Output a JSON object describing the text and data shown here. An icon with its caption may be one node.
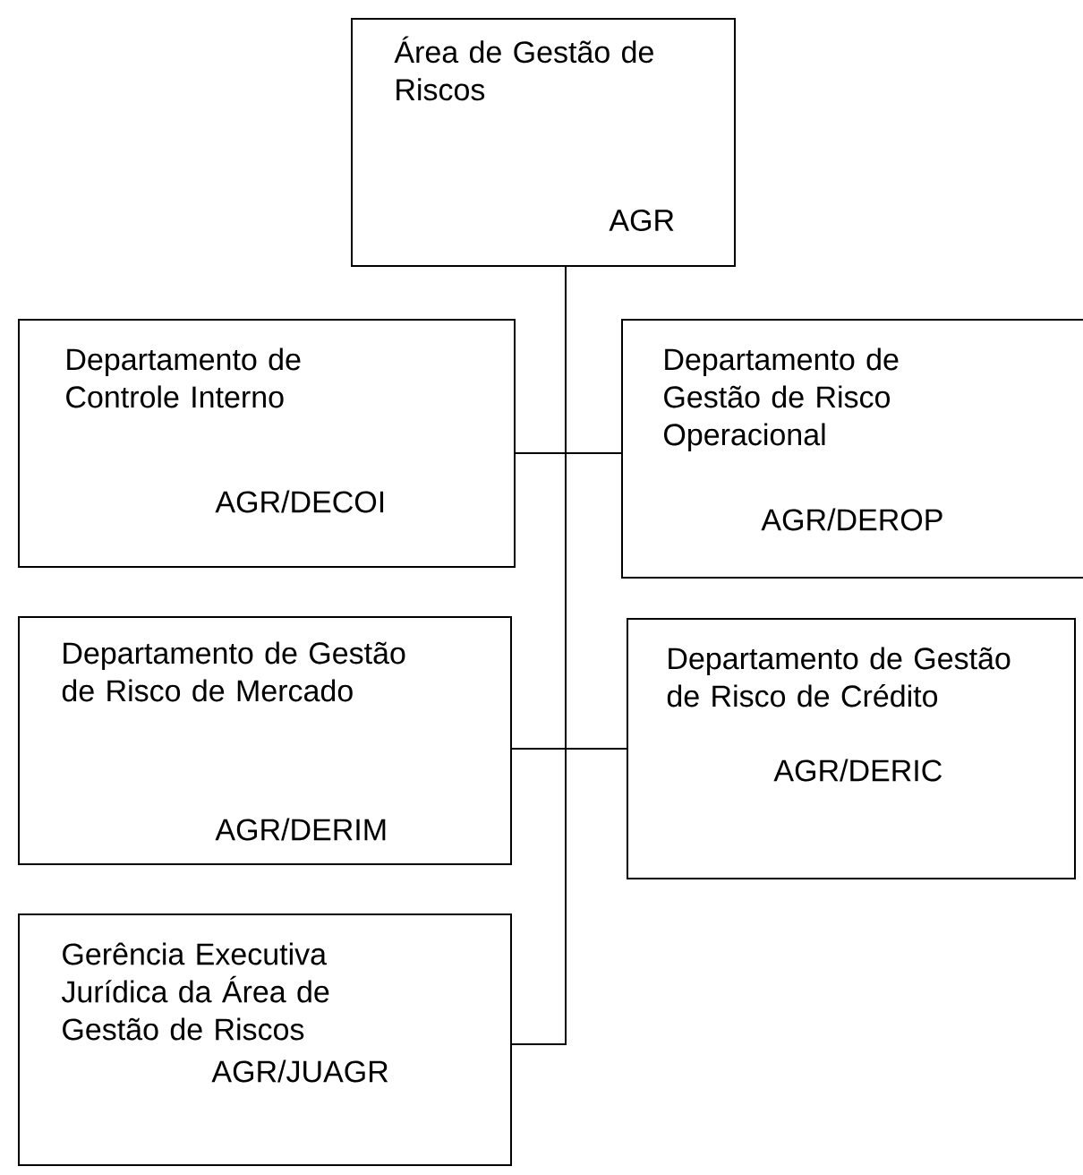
{
  "diagram": {
    "nodes": [
      {
        "text": [
          "Área de Gestão de Riscos",
          "AGR"
        ]
      },
      {
        "text": [
          "Departamento de Controle Interno",
          "AGR/DECOI"
        ]
      },
      {
        "text": [
          "Departamento de Gestão de Risco Operacional",
          "AGR/DEROP"
        ]
      },
      {
        "text": [
          "Departamento de Gestão de Risco de Mercado",
          "AGR/DERIM"
        ]
      },
      {
        "text": [
          "Departamento de Gestão de Risco de Crédito",
          "AGR/DERIC"
        ]
      },
      {
        "text": [
          "Gerência Executiva Jurídica da Área de Gestão de Riscos",
          "AGR/JUAGR"
        ]
      }
    ],
    "edges": [
      {
        "from": 0,
        "to": 1,
        "arrow": "none"
      },
      {
        "from": 0,
        "to": 2,
        "arrow": "none"
      },
      {
        "from": 0,
        "to": 3,
        "arrow": "none"
      },
      {
        "from": 0,
        "to": 4,
        "arrow": "none"
      },
      {
        "from": 0,
        "to": 5,
        "arrow": "none"
      }
    ]
  }
}
